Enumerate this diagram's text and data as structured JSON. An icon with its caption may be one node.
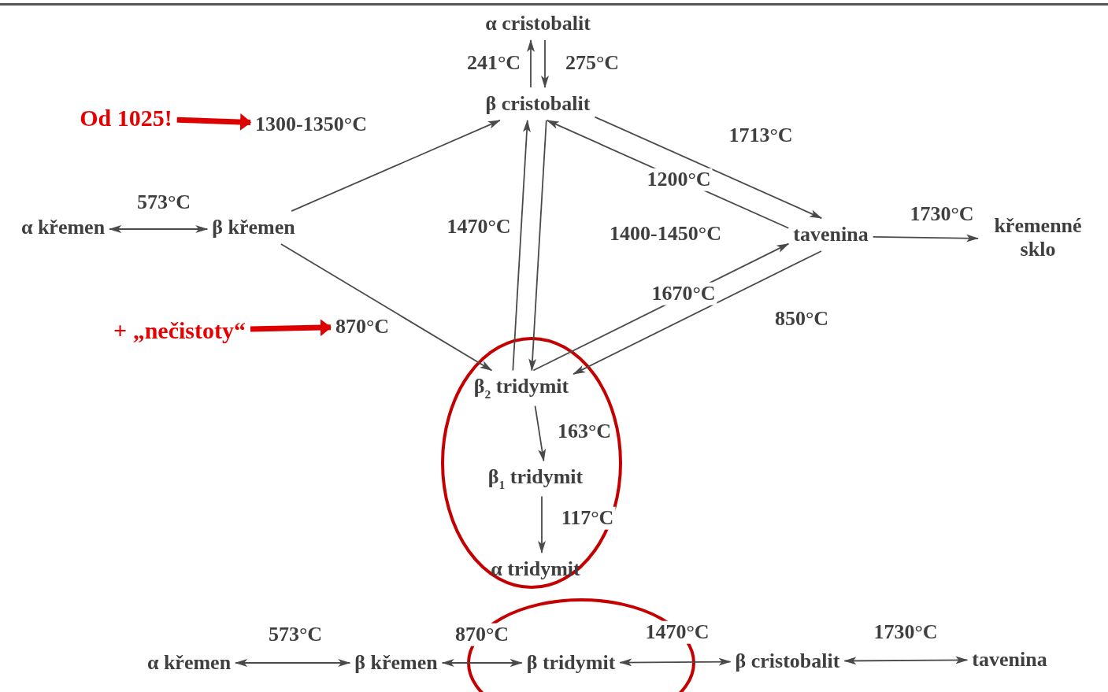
{
  "diagram": {
    "nodes": [
      {
        "text": [
          "α cristobalit"
        ]
      },
      {
        "text": [
          "β cristobalit"
        ]
      },
      {
        "text": [
          "α křemen"
        ]
      },
      {
        "text": [
          "β křemen"
        ]
      },
      {
        "text": [
          "tavenina"
        ]
      },
      {
        "text": [
          "křemenné sklo"
        ]
      },
      {
        "text": [
          "β$_{2}$ tridymit"
        ]
      },
      {
        "text": [
          "β$_{1}$ tridymit"
        ]
      },
      {
        "text": [
          "α tridymit"
        ]
      },
      {
        "text": [
          "α křemen"
        ]
      },
      {
        "text": [
          "β křemen"
        ]
      },
      {
        "text": [
          "β tridymit"
        ]
      },
      {
        "text": [
          "β cristobalit"
        ]
      },
      {
        "text": [
          "tavenina"
        ]
      },
      {
        "text": [
          "Od 1025!"
        ]
      },
      {
        "text": [
          "1300-1350°C"
        ]
      },
      {
        "text": [
          "+ „nečistoty“"
        ]
      },
      {
        "text": [
          "870°C"
        ]
      }
    ],
    "edges": [
      {
        "from": 1,
        "to": 0,
        "arrow": "to",
        "label": "241°C"
      },
      {
        "from": 0,
        "to": 1,
        "arrow": "to",
        "label": "275°C"
      },
      {
        "from": 2,
        "to": 3,
        "arrow": "both",
        "label": "573°C"
      },
      {
        "from": 3,
        "to": 1,
        "arrow": "to"
      },
      {
        "from": 3,
        "to": 6,
        "arrow": "to"
      },
      {
        "from": 6,
        "to": 1,
        "arrow": "to",
        "label": "1470°C"
      },
      {
        "from": 1,
        "to": 6,
        "arrow": "to"
      },
      {
        "from": 1,
        "to": 4,
        "arrow": "to",
        "label": "1713°C"
      },
      {
        "from": 4,
        "to": 1,
        "arrow": "to",
        "label": "1200°C"
      },
      {
        "from": 6,
        "to": 4,
        "arrow": "to",
        "label": "1670°C"
      },
      {
        "from": 4,
        "to": 6,
        "arrow": "to",
        "label": "850°C"
      },
      {
        "from": 4,
        "to": 5,
        "arrow": "to",
        "label": "1730°C"
      },
      {
        "from": 6,
        "to": 7,
        "arrow": "to",
        "label": "163°C"
      },
      {
        "from": 7,
        "to": 8,
        "arrow": "to",
        "label": "117°C"
      },
      {
        "from": 9,
        "to": 10,
        "arrow": "both",
        "label": "573°C"
      },
      {
        "from": 10,
        "to": 11,
        "arrow": "both",
        "label": "870°C"
      },
      {
        "from": 11,
        "to": 12,
        "arrow": "both",
        "label": "1470°C"
      },
      {
        "from": 12,
        "to": 13,
        "arrow": "both",
        "label": "1730°C"
      },
      {
        "from": 14,
        "to": 15,
        "arrow": "to",
        "style": "thick",
        "color": "#dd0000"
      },
      {
        "from": 16,
        "to": 17,
        "arrow": "to",
        "style": "thick",
        "color": "#dd0000"
      }
    ],
    "labels": [
      "1400-1450°C"
    ]
  }
}
